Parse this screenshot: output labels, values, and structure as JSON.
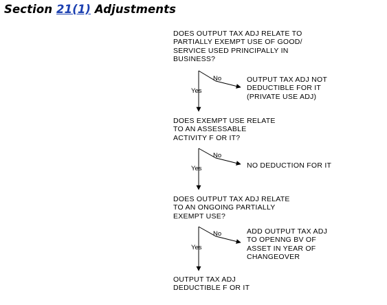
{
  "heading": {
    "prefix": "Section ",
    "reference": "21(1)",
    "suffix": " Adjustments"
  },
  "colors": {
    "link": "#1a3fb0",
    "text": "#000000",
    "background": "#ffffff"
  },
  "branch_labels": {
    "no": "No",
    "yes": "Yes"
  },
  "decisions": [
    {
      "question": [
        "DOES OUTPUT TAX ADJ RELATE TO",
        "PARTIALLY EXEMPT USE OF GOOD/",
        "SERVICE USED PRINCIPALLY IN",
        "BUSINESS?"
      ],
      "no_outcome": [
        "OUTPUT TAX ADJ NOT",
        "DEDUCTIBLE FOR IT",
        "(PRIVATE USE ADJ)"
      ]
    },
    {
      "question": [
        "DOES EXEMPT USE RELATE",
        "TO AN ASSESSABLE",
        "ACTIVITY F OR IT?"
      ],
      "no_outcome": [
        "NO DEDUCTION FOR IT"
      ]
    },
    {
      "question": [
        "DOES OUTPUT TAX ADJ RELATE",
        "TO AN ONGOING PARTIALLY",
        "EXEMPT USE?"
      ],
      "no_outcome": [
        "ADD OUTPUT TAX ADJ",
        "TO OPENNG BV OF",
        "ASSET IN YEAR OF",
        "CHANGEOVER"
      ]
    }
  ],
  "final_outcome": [
    "OUTPUT TAX ADJ",
    "DEDUCTIBLE F OR IT"
  ]
}
